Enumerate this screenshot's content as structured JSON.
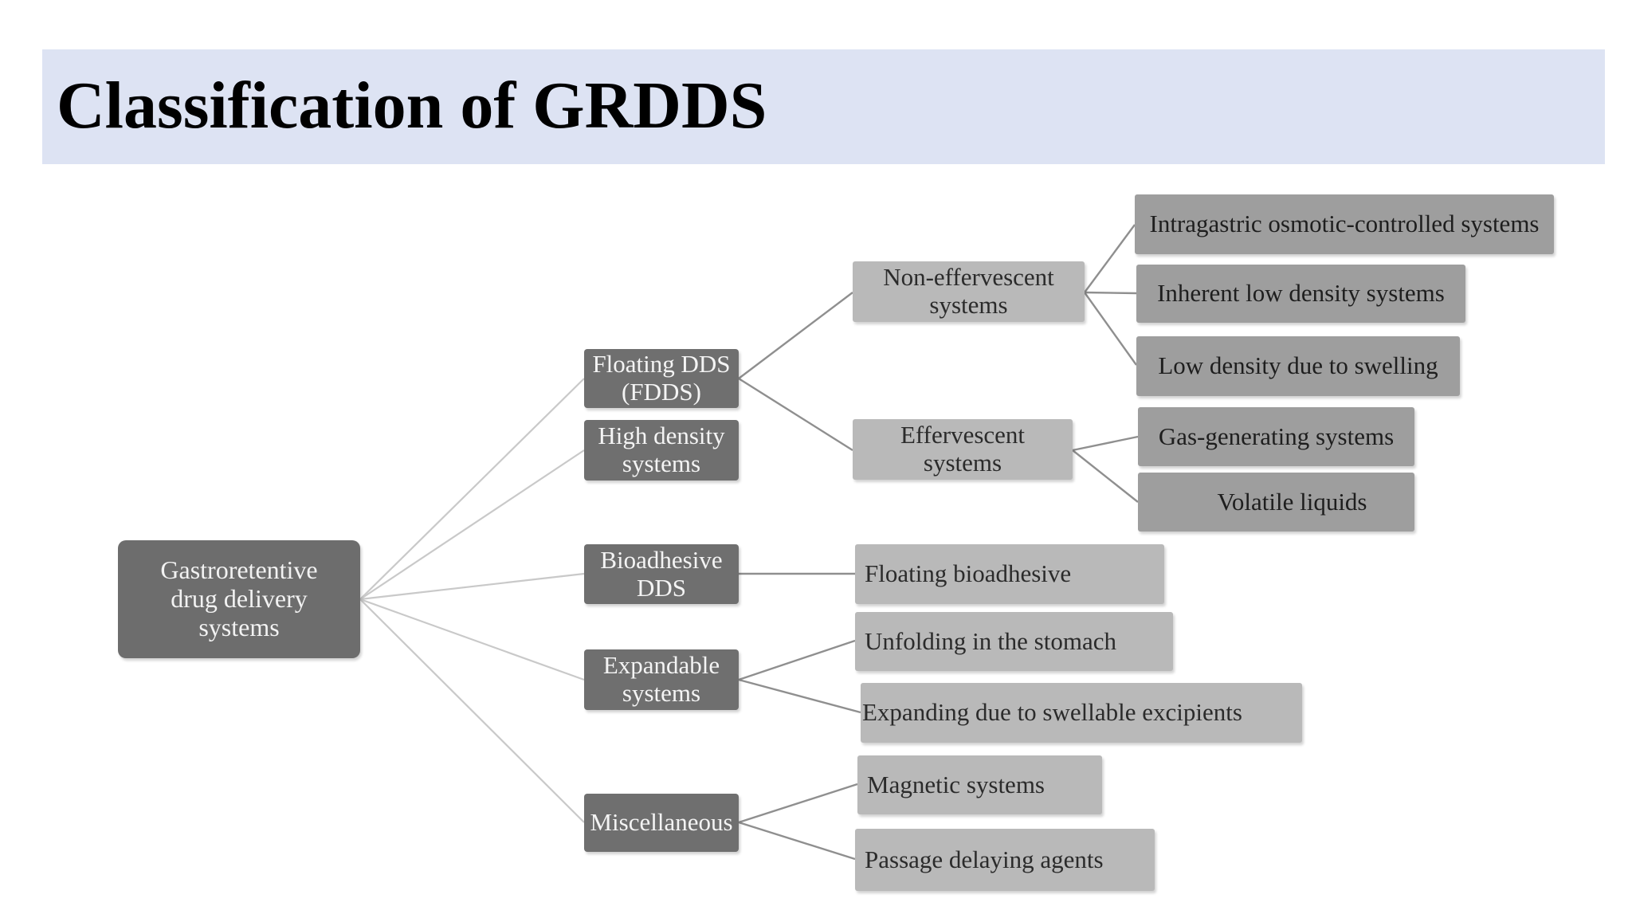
{
  "slide": {
    "title": "Classification of GRDDS"
  },
  "diagram": {
    "root": {
      "label": "Gastroretentive\ndrug delivery\nsystems"
    },
    "categories": {
      "floating": "Floating DDS\n(FDDS)",
      "high_density": "High density\nsystems",
      "bioadhesive": "Bioadhesive\nDDS",
      "expandable": "Expandable\nsystems",
      "misc": "Miscellaneous"
    },
    "floating_types": {
      "non_effervescent": "Non-effervescent\nsystems",
      "effervescent": "Effervescent\nsystems"
    },
    "leaves": {
      "intragastric": "Intragastric osmotic-controlled systems",
      "inherent_low_density": "Inherent low density systems",
      "low_density_swelling": "Low density due to swelling",
      "gas_generating": "Gas-generating systems",
      "volatile_liquids": "Volatile liquids",
      "floating_bioadhesive": "Floating bioadhesive",
      "unfolding": "Unfolding in the stomach",
      "expanding": "Expanding due to swellable excipients",
      "magnetic": "Magnetic systems",
      "passage_delaying": "Passage delaying agents"
    }
  }
}
